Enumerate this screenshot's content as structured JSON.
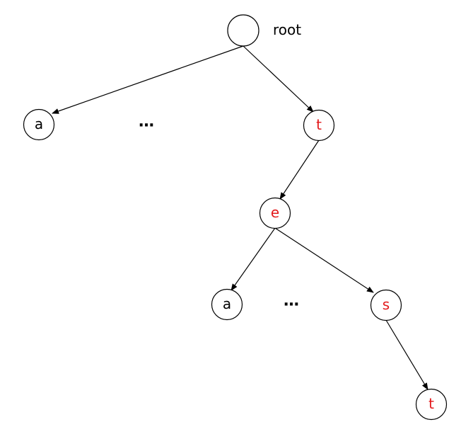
{
  "colors": {
    "highlight": "#e31a1c",
    "normal": "#000000"
  },
  "tree": {
    "root_label": "root",
    "nodes": {
      "root": {
        "label": "",
        "highlight": false
      },
      "a1": {
        "label": "a",
        "highlight": false
      },
      "t1": {
        "label": "t",
        "highlight": true
      },
      "e": {
        "label": "e",
        "highlight": true
      },
      "a2": {
        "label": "a",
        "highlight": false
      },
      "s": {
        "label": "s",
        "highlight": true
      },
      "t2": {
        "label": "t",
        "highlight": true
      }
    },
    "edges": [
      {
        "from": "root",
        "to": "a1"
      },
      {
        "from": "root",
        "to": "t1"
      },
      {
        "from": "t1",
        "to": "e"
      },
      {
        "from": "e",
        "to": "a2"
      },
      {
        "from": "e",
        "to": "s"
      },
      {
        "from": "s",
        "to": "t2"
      }
    ],
    "ellipses": {
      "level1": "…",
      "level3": "…"
    }
  }
}
